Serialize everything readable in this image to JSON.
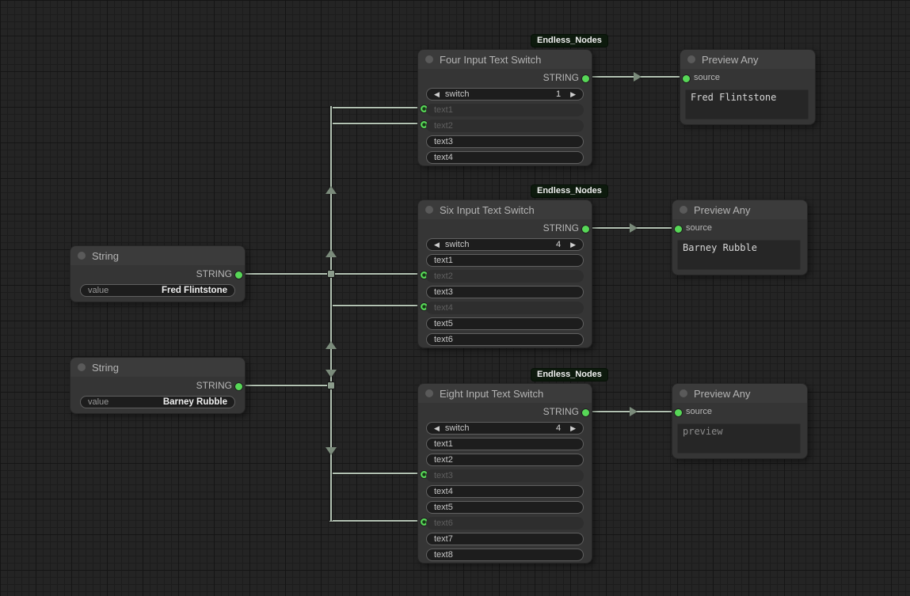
{
  "colors": {
    "accent_green": "#57d757",
    "wire": "#b3c2b3",
    "node_bg": "#353535",
    "badge_bg": "#0d1a0d"
  },
  "icons": {
    "stepper_left": "◀",
    "stepper_right": "▶",
    "slot": "green-dot",
    "title": "gray-dot"
  },
  "badge_label": "Endless_Nodes",
  "string_nodes": [
    {
      "title": "String",
      "output_label": "STRING",
      "widget": {
        "label": "value",
        "value": "Fred Flintstone"
      }
    },
    {
      "title": "String",
      "output_label": "STRING",
      "widget": {
        "label": "value",
        "value": "Barney Rubble"
      }
    }
  ],
  "switch_nodes": [
    {
      "title": "Four Input Text Switch",
      "badge": "Endless_Nodes",
      "output_label": "STRING",
      "switch": {
        "label": "switch",
        "value": "1"
      },
      "rows": [
        {
          "label": "text1",
          "connected": true
        },
        {
          "label": "text2",
          "connected": true
        },
        {
          "label": "text3",
          "connected": false
        },
        {
          "label": "text4",
          "connected": false
        }
      ]
    },
    {
      "title": "Six Input Text Switch",
      "badge": "Endless_Nodes",
      "output_label": "STRING",
      "switch": {
        "label": "switch",
        "value": "4"
      },
      "rows": [
        {
          "label": "text1",
          "connected": false
        },
        {
          "label": "text2",
          "connected": true
        },
        {
          "label": "text3",
          "connected": false
        },
        {
          "label": "text4",
          "connected": true
        },
        {
          "label": "text5",
          "connected": false
        },
        {
          "label": "text6",
          "connected": false
        }
      ]
    },
    {
      "title": "Eight Input Text Switch",
      "badge": "Endless_Nodes",
      "output_label": "STRING",
      "switch": {
        "label": "switch",
        "value": "4"
      },
      "rows": [
        {
          "label": "text1",
          "connected": false
        },
        {
          "label": "text2",
          "connected": false
        },
        {
          "label": "text3",
          "connected": true
        },
        {
          "label": "text4",
          "connected": false
        },
        {
          "label": "text5",
          "connected": false
        },
        {
          "label": "text6",
          "connected": true
        },
        {
          "label": "text7",
          "connected": false
        },
        {
          "label": "text8",
          "connected": false
        }
      ]
    }
  ],
  "preview_nodes": [
    {
      "title": "Preview Any",
      "input_label": "source",
      "content": "Fred Flintstone",
      "is_placeholder": false
    },
    {
      "title": "Preview Any",
      "input_label": "source",
      "content": "Barney Rubble",
      "is_placeholder": false
    },
    {
      "title": "Preview Any",
      "input_label": "source",
      "content": "preview",
      "is_placeholder": true
    }
  ]
}
